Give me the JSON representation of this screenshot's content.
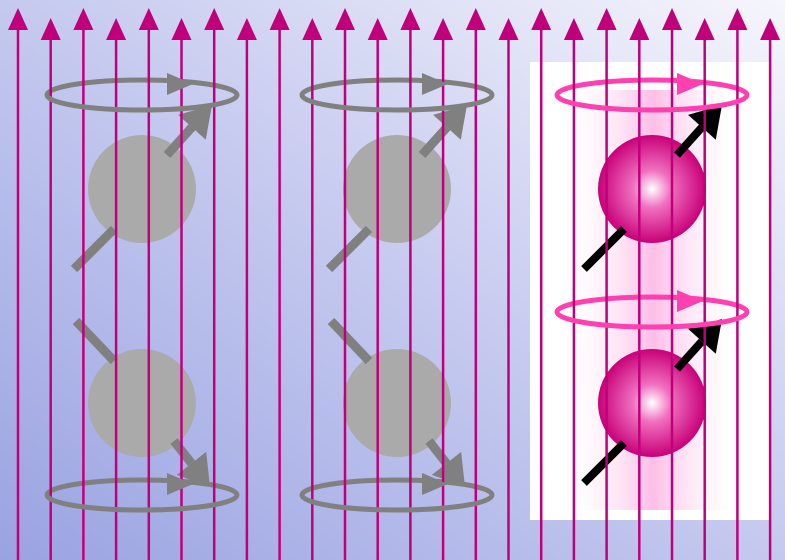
{
  "colors": {
    "field_line": "#c0007a",
    "gray_particle": "#aaaaaa",
    "gray_arrow": "#808080",
    "pink_ring": "#ff40b0",
    "pink_particle": "#d4007f",
    "aligned_arrow": "#000000",
    "panel_bg": "#ffffff",
    "bg_left": "#a6aee6",
    "bg_right": "#f2f3fb"
  },
  "field": {
    "direction": "up",
    "line_count": 24
  },
  "groups": [
    {
      "id": "left-pair",
      "state": "random",
      "spins": [
        {
          "position": "top",
          "arrow_direction": "up-right"
        },
        {
          "position": "bottom",
          "arrow_direction": "down-right"
        }
      ]
    },
    {
      "id": "middle-pair",
      "state": "random",
      "spins": [
        {
          "position": "top",
          "arrow_direction": "up-right"
        },
        {
          "position": "bottom",
          "arrow_direction": "down-right"
        }
      ]
    },
    {
      "id": "right-pair",
      "state": "aligned",
      "spins": [
        {
          "position": "top",
          "arrow_direction": "up-right"
        },
        {
          "position": "bottom",
          "arrow_direction": "up-right"
        }
      ]
    }
  ]
}
